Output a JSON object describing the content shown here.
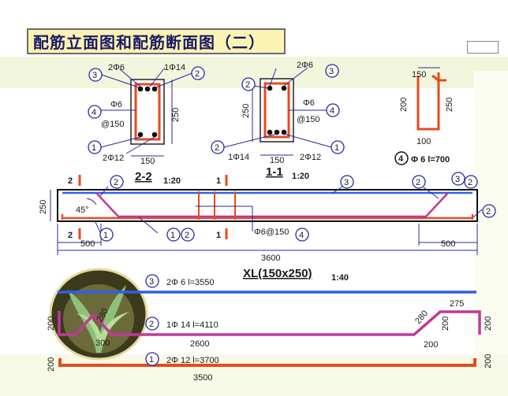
{
  "title": "配筋立面图和配筋断面图（二）",
  "colors": {
    "bar_red": "#e84a1e",
    "bar_blue": "#2f5fe8",
    "bar_magenta": "#c0399a",
    "dim_blue": "#2a2aa0",
    "title_bg": "#fbf3b3"
  },
  "section_22": {
    "label": "2-2",
    "scale": "1:20",
    "top_bars": "2Φ6",
    "top_tag": "1Φ14",
    "stirrup": "Φ6",
    "stirrup_spacing": "@150",
    "bottom_bars": "2Φ12",
    "width": "150",
    "height": "250",
    "callouts": [
      "3",
      "2",
      "4",
      "1"
    ]
  },
  "section_11": {
    "label": "1-1",
    "scale": "1:20",
    "top_bars": "2Φ6",
    "stirrup": "Φ6",
    "stirrup_spacing": "@150",
    "bottom_left": "1Φ14",
    "bottom_right": "2Φ12",
    "width": "150",
    "height": "250",
    "callouts": [
      "3",
      "2",
      "4",
      "2",
      "1"
    ]
  },
  "stirrup_detail": {
    "top": "150",
    "left": "200",
    "right": "250",
    "bottom": "100",
    "callout": "4",
    "spec": "Φ 6 l=700"
  },
  "elevation": {
    "height": "250",
    "angle": "45°",
    "stirrup_spacing": "Φ6@150",
    "left_end": "500",
    "right_end": "500",
    "total": "3600",
    "beam_label": "XL(150x250)",
    "scale": "1:40",
    "cut_2": "2",
    "cut_1": "1",
    "callouts": [
      "2",
      "1",
      "2",
      "4",
      "3",
      "2",
      "3",
      "2",
      "2"
    ]
  },
  "bars": {
    "b3": {
      "callout": "3",
      "spec": "2Φ 6 l=3550"
    },
    "b2": {
      "callout": "2",
      "spec": "1Φ 14  l=4110",
      "length": "2600",
      "h1": "200",
      "h2": "200",
      "bend": "280",
      "bend_l": "280",
      "base": "200",
      "left_h": "200",
      "right_base": "275",
      "left_base": "300"
    },
    "b1": {
      "callout": "1",
      "spec": "2Φ 12  l=3700",
      "length": "3500",
      "left_h": "200",
      "right_h": "200"
    }
  }
}
